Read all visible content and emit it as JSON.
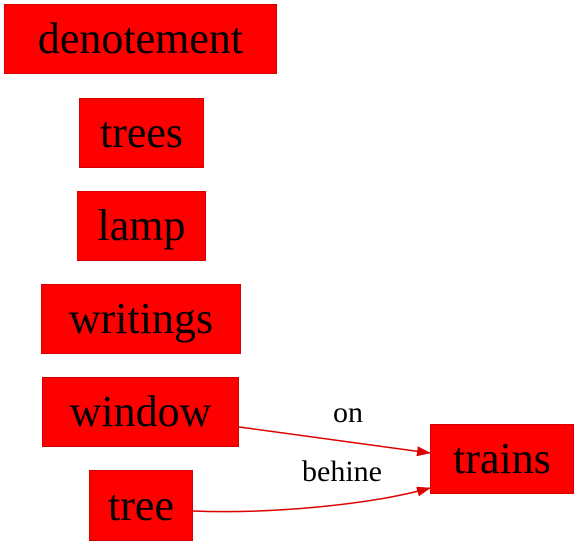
{
  "colors": {
    "node_fill": "#ff0000",
    "edge": "#dd0000",
    "text": "#000000"
  },
  "nodes": {
    "denotement": {
      "label": "denotement"
    },
    "trees": {
      "label": "trees"
    },
    "lamp": {
      "label": "lamp"
    },
    "writings": {
      "label": "writings"
    },
    "window": {
      "label": "window"
    },
    "tree": {
      "label": "tree"
    },
    "trains": {
      "label": "trains"
    }
  },
  "edges": [
    {
      "from": "window",
      "to": "trains",
      "label": "on"
    },
    {
      "from": "tree",
      "to": "trains",
      "label": "behine"
    }
  ]
}
